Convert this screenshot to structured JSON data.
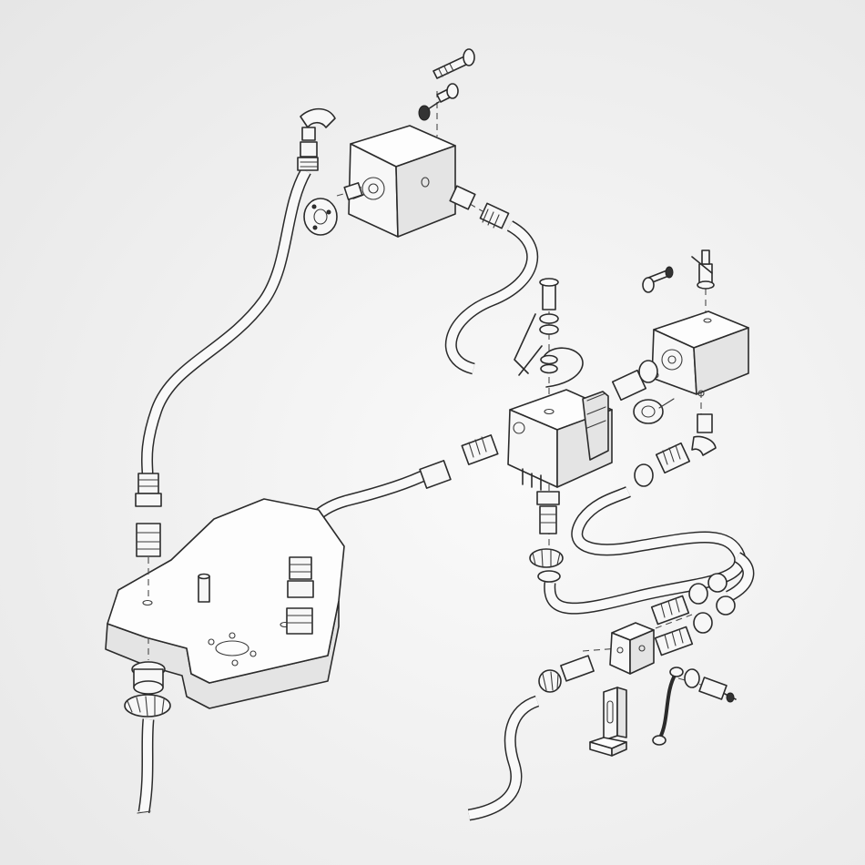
{
  "diagram": {
    "style": "exploded isometric line drawing",
    "background_color": "#e9e9e9",
    "line_color": "#2b2b2b",
    "parts": [
      "upper-valve-block",
      "center-valve-block",
      "right-valve-block",
      "mounting-plate",
      "hose-left",
      "hose-upper-right",
      "hose-center",
      "hose-right-loop",
      "hose-bottom",
      "hose-plate-outlet",
      "small-manifold-block",
      "l-bracket",
      "ground-strap"
    ]
  }
}
